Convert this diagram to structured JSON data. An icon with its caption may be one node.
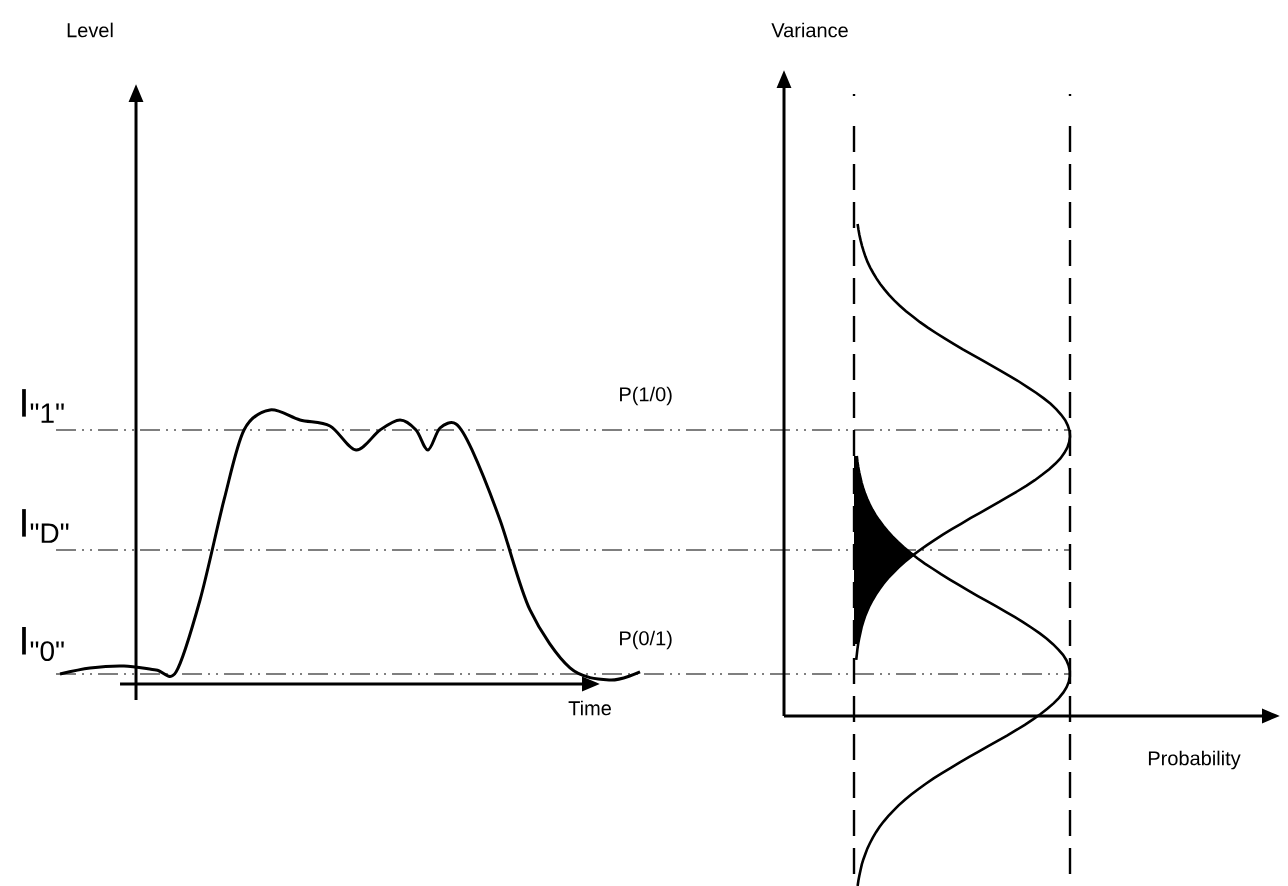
{
  "diagram": {
    "labels": [
      "Level",
      "Variance",
      "I$_{\"1\"}$",
      "P(1/0)",
      "I$_{\"D\"}$",
      "P(0/1)",
      "I$_{\"0\"}$",
      "Time",
      "Probability"
    ]
  }
}
